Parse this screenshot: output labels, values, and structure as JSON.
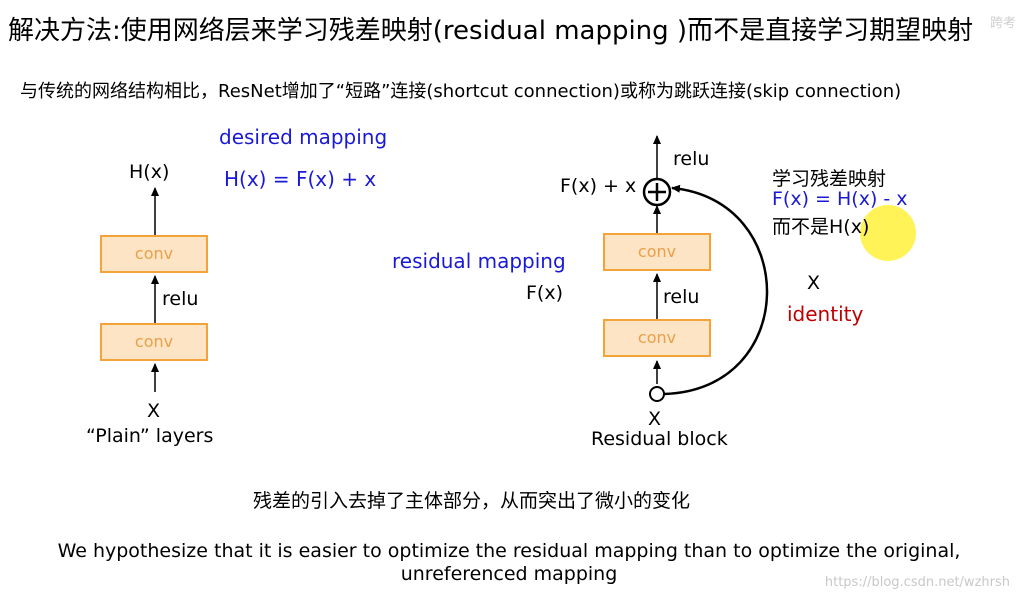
{
  "title": "解决方法:使用网络层来学习残差映射(residual mapping )而不是直接学习期望映射",
  "subtitle": "与传统的网络结构相比，ResNet增加了“短路”连接(shortcut connection)或称为跳跃连接(skip connection)",
  "plain": {
    "desired_label": "desired mapping",
    "equation": "H(x) = F(x) + x",
    "output_label": "H(x)",
    "conv_top": "conv",
    "relu": "relu",
    "conv_bottom": "conv",
    "input_label": "X",
    "caption": "“Plain” layers"
  },
  "residual": {
    "relu_top": "relu",
    "sum_label": "F(x) + x",
    "residual_label": "residual mapping",
    "fx_label": "F(x)",
    "conv_top": "conv",
    "relu": "relu",
    "conv_bottom": "conv",
    "input_label": "X",
    "caption": "Residual block",
    "shortcut_x": "X",
    "identity_label": "identity"
  },
  "note": {
    "line1": "学习残差映射",
    "line2": "F(x) = H(x) - x",
    "line3": "而不是H(x)"
  },
  "bottom_cn": "残差的引入去掉了主体部分，从而突出了微小的变化",
  "bottom_en_1": "We hypothesize that it is easier to optimize the residual mapping than to optimize the original,",
  "bottom_en_2": "unreferenced mapping",
  "watermark": "https://blog.csdn.net/wzhrsh",
  "watermark_top": "跨考"
}
